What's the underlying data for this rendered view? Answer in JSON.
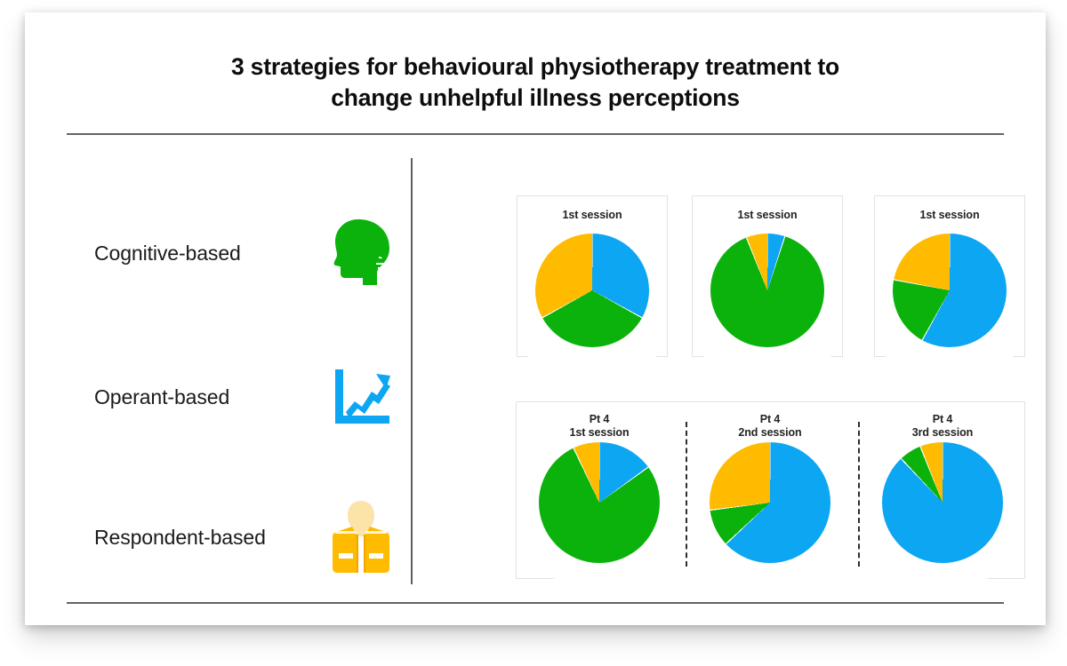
{
  "slide": {
    "title_line1": "3 strategies for behavioural physiotherapy treatment to",
    "title_line2": "change unhelpful illness perceptions"
  },
  "palette": {
    "blue": "#0CA6F2",
    "green": "#0BB20B",
    "amber": "#FFBB00",
    "rule": "#5e5e5e",
    "text": "#1b1b1b"
  },
  "strategies": [
    {
      "label": "Cognitive-based",
      "icon": "head-silhouette-icon",
      "color": "#0BB20B"
    },
    {
      "label": "Operant-based",
      "icon": "line-chart-arrow-icon",
      "color": "#0CA6F2"
    },
    {
      "label": "Respondent-based",
      "icon": "life-vest-icon",
      "color": "#FFBB00"
    }
  ],
  "chart_data": [
    {
      "type": "pie",
      "title": "1st session",
      "title_line1": "1st session",
      "title_line2": "",
      "categories": [
        "Blue",
        "Green",
        "Amber"
      ],
      "values": [
        33,
        34,
        33
      ],
      "colors": [
        "#0CA6F2",
        "#0BB20B",
        "#FFBB00"
      ],
      "start_angle": 0,
      "legend": "none",
      "row": "top",
      "position": 1
    },
    {
      "type": "pie",
      "title": "1st session",
      "title_line1": "1st session",
      "title_line2": "",
      "categories": [
        "Blue",
        "Green",
        "Amber"
      ],
      "values": [
        5,
        89,
        6
      ],
      "colors": [
        "#0CA6F2",
        "#0BB20B",
        "#FFBB00"
      ],
      "start_angle": 0,
      "legend": "none",
      "row": "top",
      "position": 2
    },
    {
      "type": "pie",
      "title": "1st session",
      "title_line1": "1st session",
      "title_line2": "",
      "categories": [
        "Blue",
        "Green",
        "Amber"
      ],
      "values": [
        58,
        20,
        22
      ],
      "colors": [
        "#0CA6F2",
        "#0BB20B",
        "#FFBB00"
      ],
      "start_angle": 0,
      "legend": "none",
      "row": "top",
      "position": 3
    },
    {
      "type": "pie",
      "title": "Pt 4 1st session",
      "title_line1": "Pt 4",
      "title_line2": "1st session",
      "categories": [
        "Blue",
        "Green",
        "Amber"
      ],
      "values": [
        15,
        78,
        7
      ],
      "colors": [
        "#0CA6F2",
        "#0BB20B",
        "#FFBB00"
      ],
      "start_angle": 0,
      "legend": "none",
      "row": "bottom",
      "position": 1
    },
    {
      "type": "pie",
      "title": "Pt 4 2nd session",
      "title_line1": "Pt 4",
      "title_line2": "2nd session",
      "categories": [
        "Blue",
        "Green",
        "Amber"
      ],
      "values": [
        63,
        10,
        27
      ],
      "colors": [
        "#0CA6F2",
        "#0BB20B",
        "#FFBB00"
      ],
      "start_angle": 0,
      "legend": "none",
      "row": "bottom",
      "position": 2
    },
    {
      "type": "pie",
      "title": "Pt 4 3rd session",
      "title_line1": "Pt 4",
      "title_line2": "3rd session",
      "categories": [
        "Blue",
        "Green",
        "Amber"
      ],
      "values": [
        88,
        6,
        6
      ],
      "colors": [
        "#0CA6F2",
        "#0BB20B",
        "#FFBB00"
      ],
      "start_angle": 0,
      "legend": "none",
      "row": "bottom",
      "position": 3
    }
  ]
}
